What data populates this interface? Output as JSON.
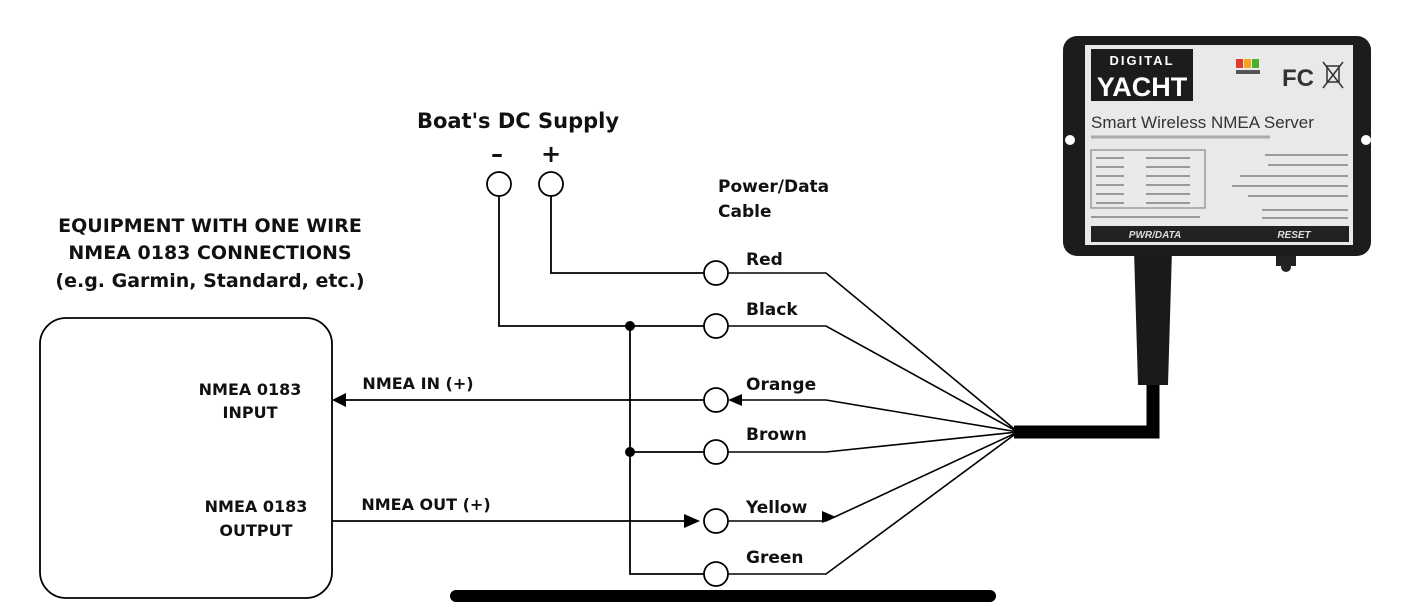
{
  "equipment": {
    "heading_line1": "EQUIPMENT WITH ONE WIRE",
    "heading_line2": "NMEA 0183 CONNECTIONS",
    "heading_line3": "(e.g. Garmin, Standard, etc.)",
    "input_line1": "NMEA 0183",
    "input_line2": "INPUT",
    "output_line1": "NMEA 0183",
    "output_line2": "OUTPUT"
  },
  "supply": {
    "title": "Boat's DC Supply",
    "minus": "–",
    "plus": "+"
  },
  "cable": {
    "title_line1": "Power/Data",
    "title_line2": "Cable",
    "wires": [
      "Red",
      "Black",
      "Orange",
      "Brown",
      "Yellow",
      "Green"
    ]
  },
  "signals": {
    "nmea_in": "NMEA IN (+)",
    "nmea_out": "NMEA OUT (+)"
  },
  "device": {
    "brand_line1": "DIGITAL",
    "brand_line2": "YACHT",
    "product": "Smart Wireless NMEA Server",
    "fcc_mark": "FC",
    "pwr_label": "PWR/DATA",
    "reset_label": "RESET",
    "body_color": "#1c1c1c",
    "panel_color": "#e9e9e9"
  },
  "colors": {
    "line": "#000000"
  }
}
